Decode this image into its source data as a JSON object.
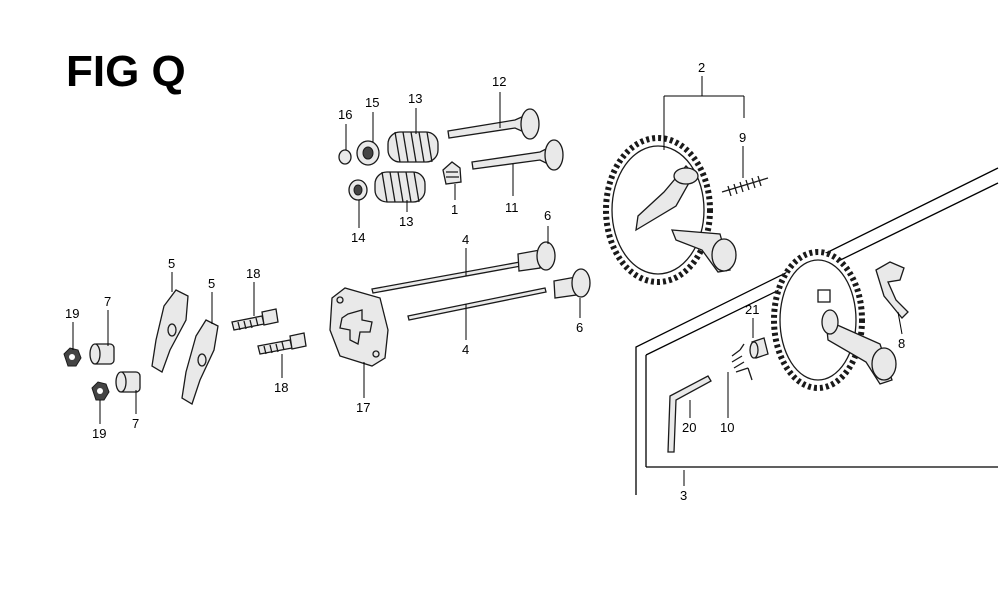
{
  "title": "FIG Q",
  "callouts": {
    "c1": "1",
    "c2": "2",
    "c3": "3",
    "c4a": "4",
    "c4b": "4",
    "c5a": "5",
    "c5b": "5",
    "c6a": "6",
    "c6b": "6",
    "c7a": "7",
    "c7b": "7",
    "c8": "8",
    "c9": "9",
    "c10": "10",
    "c11": "11",
    "c12": "12",
    "c13a": "13",
    "c13b": "13",
    "c14": "14",
    "c15": "15",
    "c16": "16",
    "c17": "17",
    "c18a": "18",
    "c18b": "18",
    "c19a": "19",
    "c19b": "19",
    "c20": "20",
    "c21": "21"
  }
}
